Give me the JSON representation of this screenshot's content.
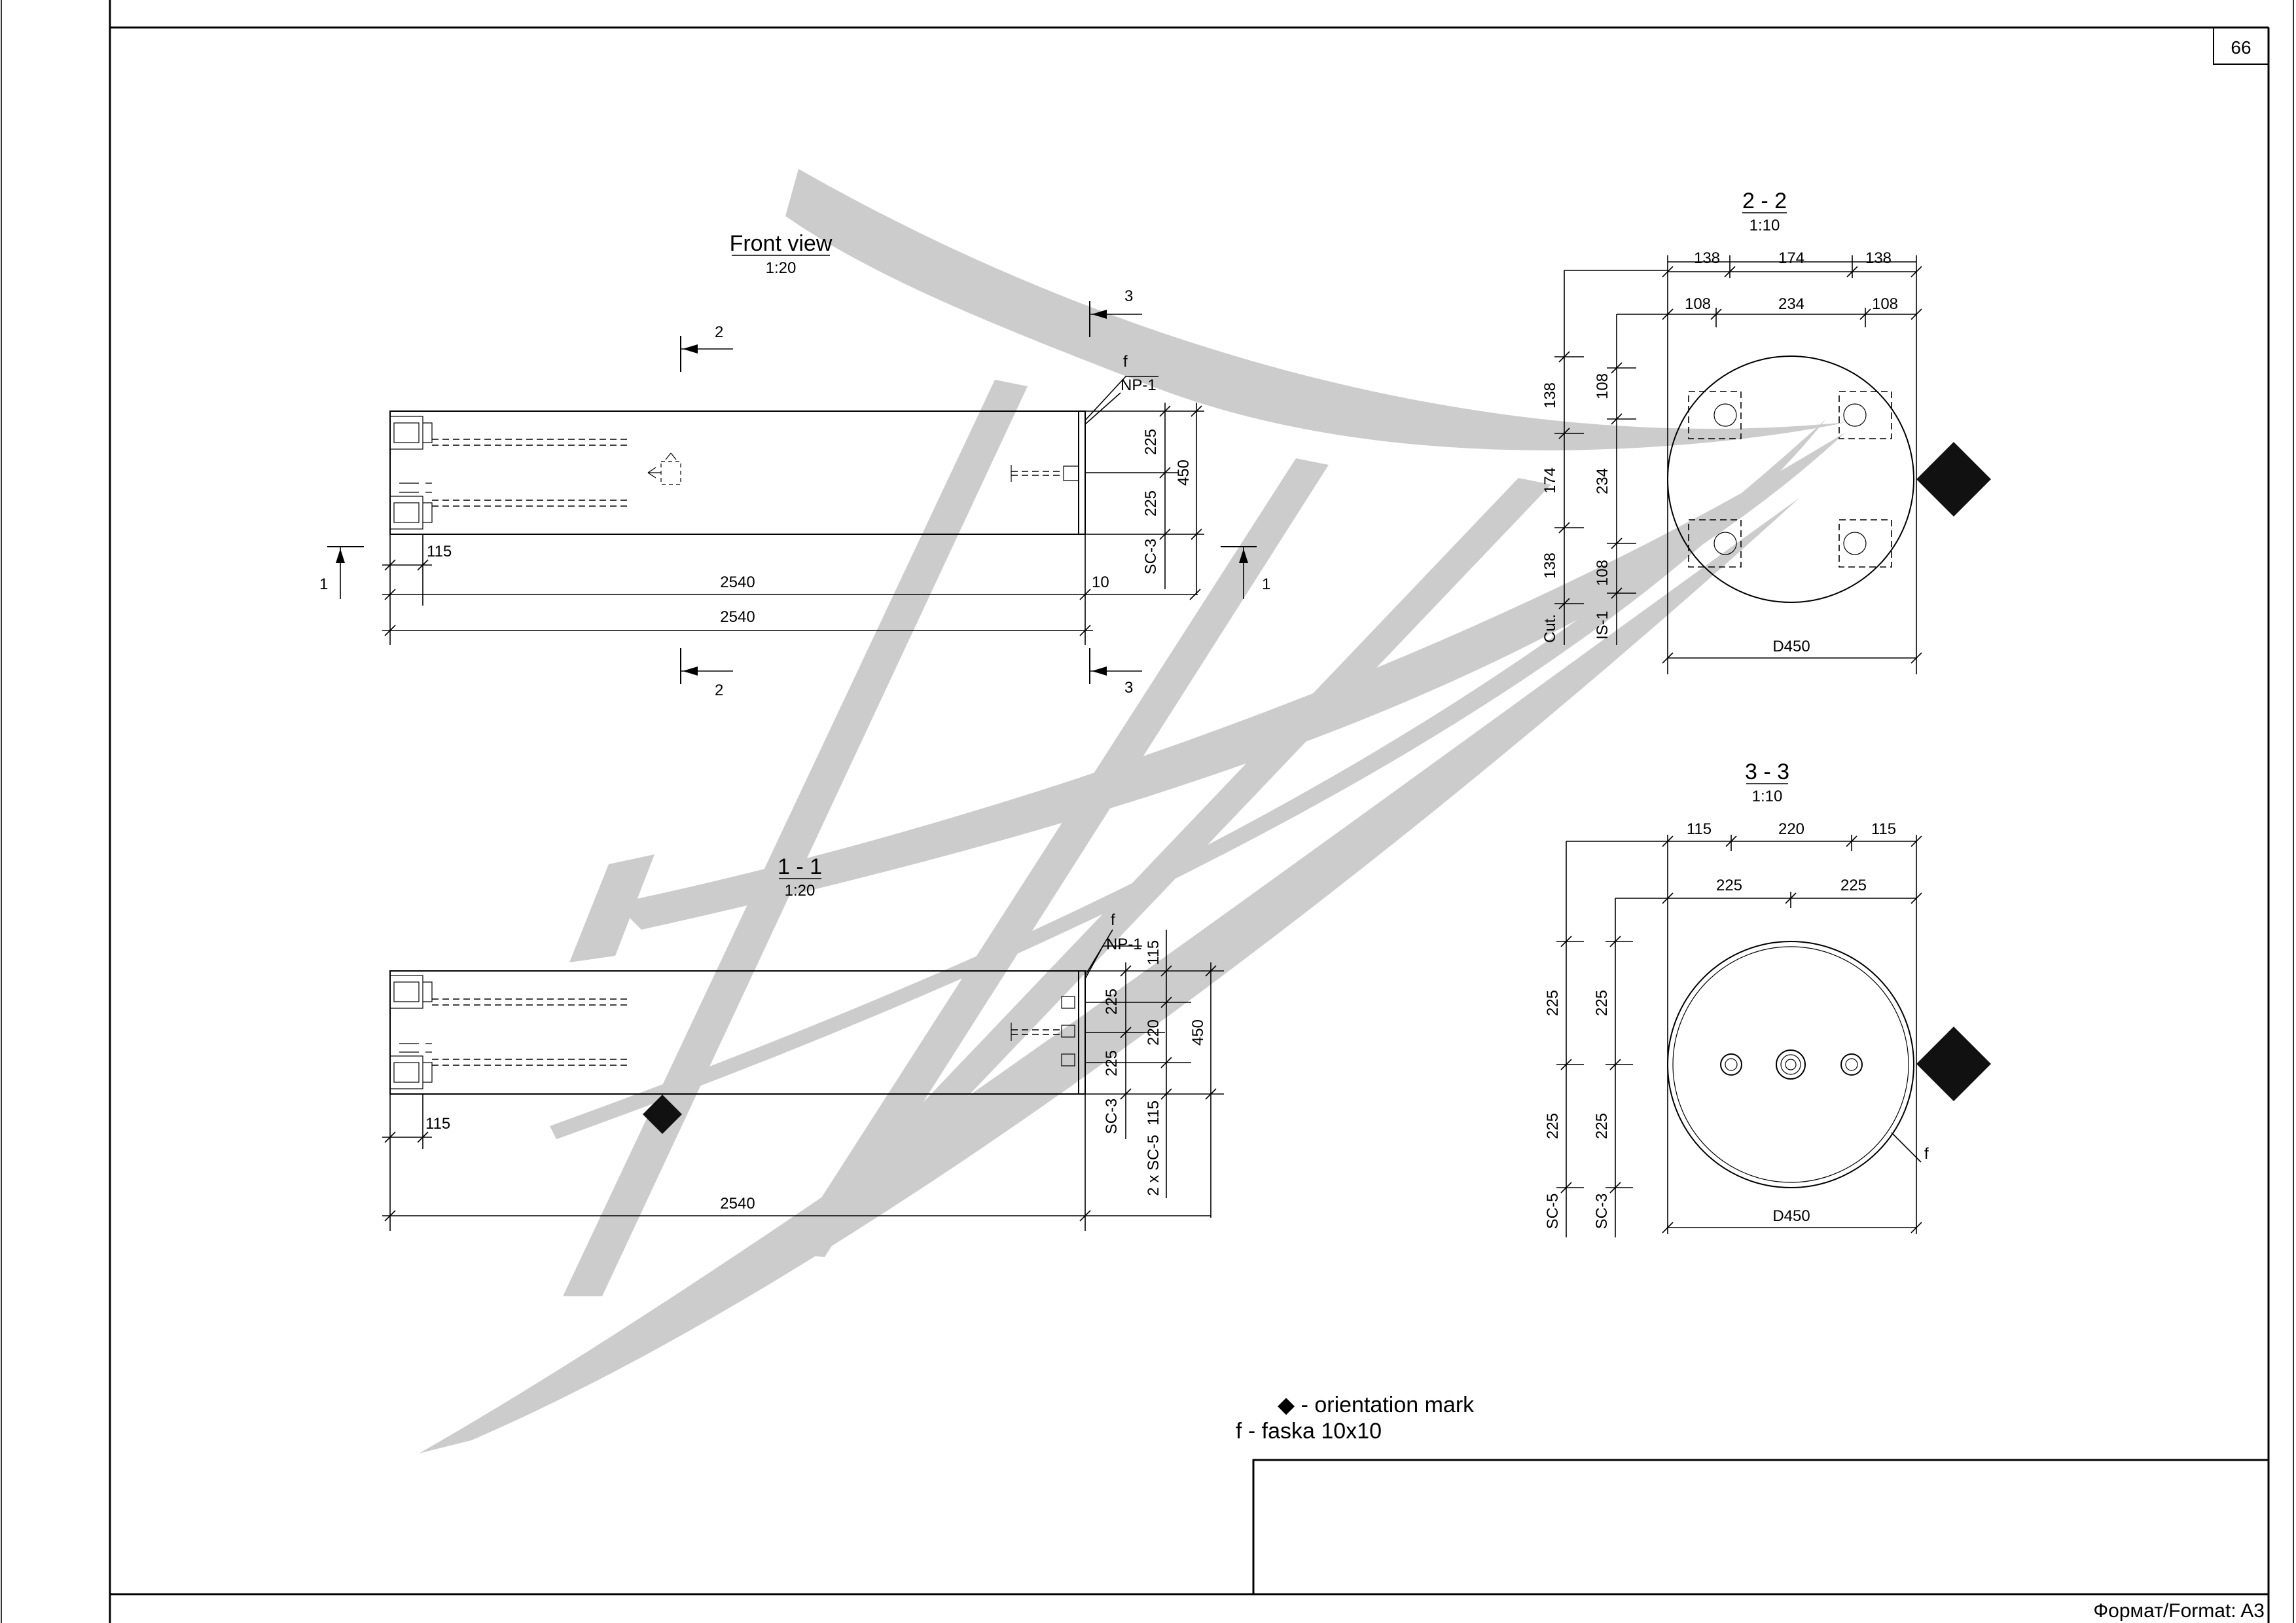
{
  "sheet": {
    "number": "66",
    "format_label": "Формат/Format: A3"
  },
  "views": {
    "front": {
      "title": "Front view",
      "scale": "1:20",
      "dims": {
        "d115": "115",
        "d2540a": "2540",
        "d2540b": "2540",
        "d10": "10",
        "d225a": "225",
        "d225b": "225",
        "d450": "450",
        "sc3": "SC-3"
      },
      "callouts": {
        "f": "f",
        "np1": "NP-1"
      },
      "cuts": {
        "c1": "1",
        "c2": "2",
        "c3": "3"
      }
    },
    "section11": {
      "title": "1 - 1",
      "scale": "1:20",
      "dims": {
        "d115a": "115",
        "d115b": "115",
        "d115c": "115",
        "d2540": "2540",
        "d225a": "225",
        "d225b": "225",
        "d220": "220",
        "d450": "450",
        "sc3": "SC-3",
        "sc5x2": "2 x SC-5"
      },
      "callouts": {
        "f": "f",
        "np1": "NP-1"
      }
    },
    "section22": {
      "title": "2 - 2",
      "scale": "1:10",
      "dims": {
        "t138a": "138",
        "t174": "174",
        "t138b": "138",
        "t108a": "108",
        "t234": "234",
        "t108b": "108",
        "l138a": "138",
        "l174": "174",
        "l138b": "138",
        "lcut": "Cut.",
        "r108a": "108",
        "r234": "234",
        "r108b": "108",
        "ris1": "IS-1",
        "diameter": "D450"
      }
    },
    "section33": {
      "title": "3 - 3",
      "scale": "1:10",
      "dims": {
        "t115a": "115",
        "t220": "220",
        "t115b": "115",
        "t225a": "225",
        "t225b": "225",
        "l225a": "225",
        "l225b": "225",
        "lsc5": "SC-5",
        "r225a": "225",
        "r225b": "225",
        "rsc3": "SC-3",
        "diameter": "D450",
        "f": "f"
      }
    }
  },
  "legend": {
    "orientation": "◆ - orientation mark",
    "faska": "f - faska 10x10"
  },
  "colors": {
    "line": "#000000",
    "watermark": "#cccccc",
    "mark": "#111111"
  }
}
